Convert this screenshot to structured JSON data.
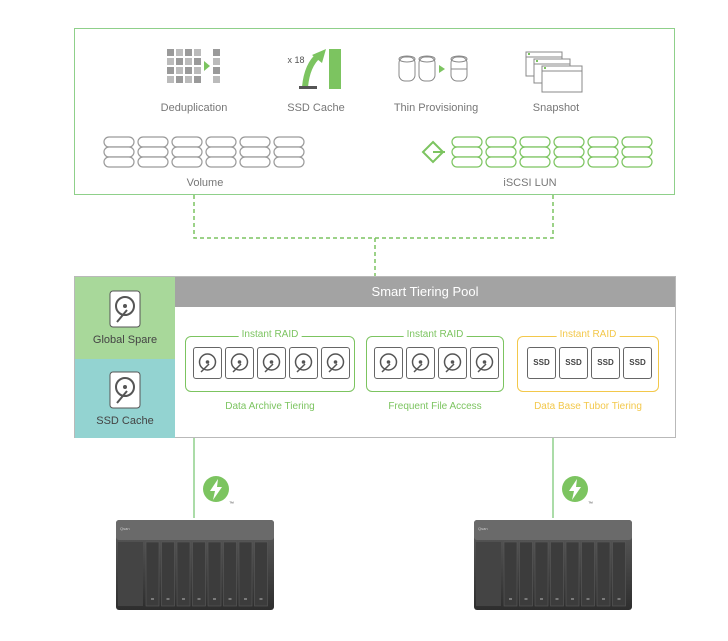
{
  "features": {
    "dedup_label": "Deduplication",
    "ssd_cache_label": "SSD Cache",
    "ssd_cache_multiplier": "x 18",
    "thin_label": "Thin Provisioning",
    "snapshot_label": "Snapshot",
    "volume_label": "Volume",
    "iscsi_label": "iSCSI LUN"
  },
  "pool": {
    "title": "Smart Tiering Pool",
    "global_spare_label": "Global Spare",
    "ssd_cache_label": "SSD Cache",
    "groups": [
      {
        "title": "Instant RAID",
        "label": "Data Archive Tiering",
        "drive_type": "hdd",
        "drive_count": 5,
        "color": "#7cc460"
      },
      {
        "title": "Instant RAID",
        "label": "Frequent File Access",
        "drive_type": "hdd",
        "drive_count": 4,
        "color": "#7cc460"
      },
      {
        "title": "Instant RAID",
        "label": "Data Base Tubor Tiering",
        "drive_type": "ssd",
        "drive_count": 4,
        "drive_text": "SSD",
        "color": "#f3c84b"
      }
    ]
  },
  "nas": {
    "brand": "Qsan"
  },
  "colors": {
    "green": "#7cc460",
    "gray": "#a3a3a3",
    "teal": "#93d3d1",
    "light_green": "#a8d89a",
    "yellow": "#f3c84b"
  }
}
